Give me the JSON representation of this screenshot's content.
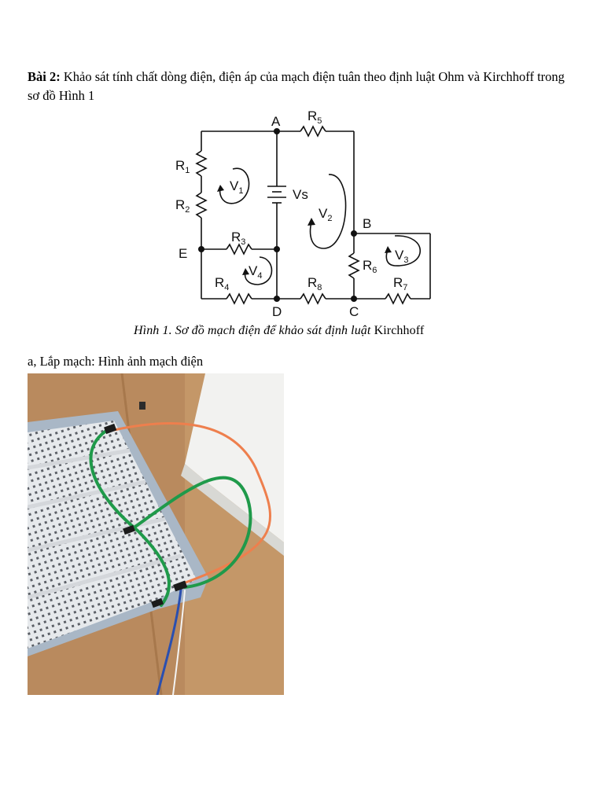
{
  "heading": {
    "label": "Bài 2:",
    "text": " Khảo sát tính chất dòng điện, điện áp của mạch điện tuân theo định luật Ohm và Kirchhoff trong sơ đồ Hình 1"
  },
  "circuit": {
    "nodes": [
      "A",
      "B",
      "C",
      "D",
      "E"
    ],
    "resistors": [
      "R",
      "R",
      "R",
      "R",
      "R",
      "R",
      "R",
      "R"
    ],
    "resistor_subscripts": [
      "1",
      "2",
      "3",
      "4",
      "5",
      "6",
      "7",
      "8"
    ],
    "loops": [
      "V",
      "V",
      "V",
      "V"
    ],
    "loop_subscripts": [
      "1",
      "2",
      "3",
      "4"
    ],
    "source": "Vs"
  },
  "caption": {
    "italic": "Hình 1. Sơ đồ mạch điện để khảo sát định luật ",
    "upright": "Kirchhoff"
  },
  "section_a": "a, Lắp mạch: Hình ảnh mạch điện",
  "colors": {
    "wire_green": "#1f9a4a",
    "wire_orange": "#ee7f4d",
    "wire_blue": "#2a4fb0",
    "desk": "#b98a5e",
    "board": "#e9ecef"
  }
}
